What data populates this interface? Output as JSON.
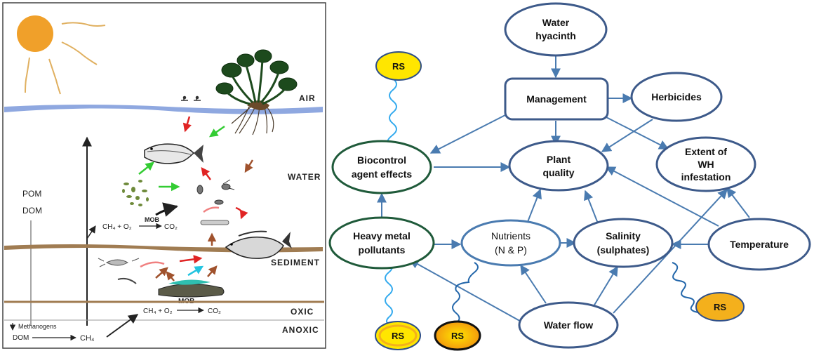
{
  "left_panel": {
    "zones": {
      "air": "AIR",
      "water": "WATER",
      "sediment": "SEDIMENT",
      "oxic": "OXIC",
      "anoxic": "ANOXIC"
    },
    "pool_labels": {
      "pom": "POM",
      "dom": "DOM",
      "dom_bottom": "DOM",
      "ch4_bottom": "CH₄"
    },
    "reactions": {
      "water_lhs": "CH₄ + O₂",
      "water_mob": "MOB",
      "water_rhs": "CO₂",
      "oxic_lhs": "CH₄ + O₂",
      "oxic_rhs": "CO₂",
      "sediment_mob": "MOB"
    },
    "methanogens": "Methanogens",
    "colors": {
      "sun": "#f0a02a",
      "water_surface": "#8fa8e0",
      "sediment": "#a07c52"
    }
  },
  "concept_map": {
    "nodes": {
      "water_hyacinth": [
        "Water",
        "hyacinth"
      ],
      "management": [
        "Management"
      ],
      "herbicides": [
        "Herbicides"
      ],
      "biocontrol": [
        "Biocontrol",
        "agent effects"
      ],
      "plant_quality": [
        "Plant",
        "quality"
      ],
      "extent_wh": [
        "Extent of",
        "WH",
        "infestation"
      ],
      "heavy_metal": [
        "Heavy metal",
        "pollutants"
      ],
      "nutrients": [
        "Nutrients",
        "(N & P)"
      ],
      "salinity": [
        "Salinity",
        "(sulphates)"
      ],
      "temperature": [
        "Temperature"
      ],
      "water_flow": [
        "Water flow"
      ]
    },
    "rs_label": "RS",
    "colors": {
      "node_border": "#3d5a8a",
      "edge": "#4a7bb0",
      "rs_yellow": "#ffe600",
      "rs_orange": "#f4b01c"
    }
  }
}
